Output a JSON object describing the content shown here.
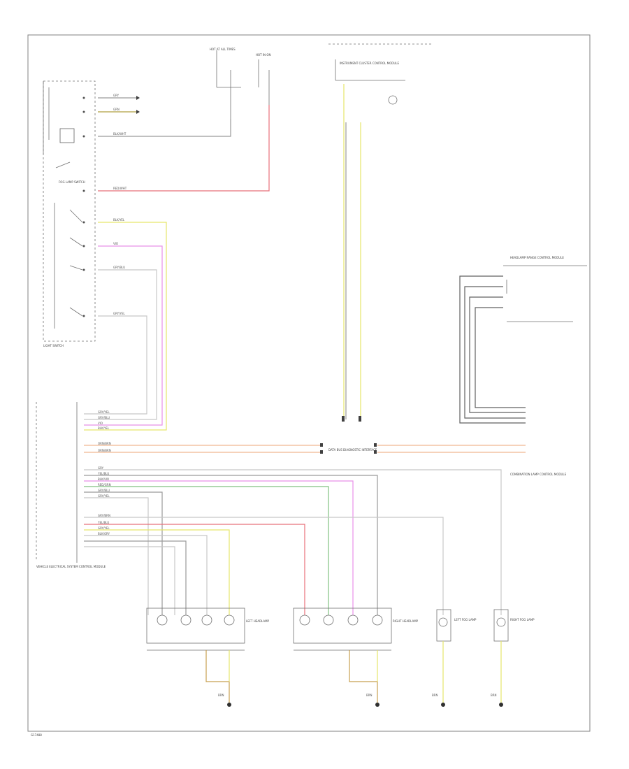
{
  "diagram": {
    "page_id": "G17488",
    "colors": {
      "frame": "#808080",
      "wire_gray": "#9a9a9a",
      "wire_red": "#e8707a",
      "wire_yellow": "#e6e66a",
      "wire_pink": "#e890e8",
      "wire_orange": "#f0b890",
      "wire_green": "#80c080",
      "wire_lightgray": "#c8c8c8",
      "wire_black": "#505050",
      "ground": "#303030"
    },
    "components": [
      {
        "id": "light-switch",
        "label": "LIGHT SWITCH"
      },
      {
        "id": "fog-lamp-switch",
        "label": "FOG LAMP SWITCH"
      },
      {
        "id": "hot-at-all-times",
        "label": "HOT AT ALL TIMES"
      },
      {
        "id": "hot-in-on",
        "label": "HOT IN ON"
      },
      {
        "id": "instrument-cluster",
        "label": "INSTRUMENT CLUSTER CONTROL MODULE"
      },
      {
        "id": "vehicle-electrical-system-control-module",
        "label": "VEHICLE ELECTRICAL SYSTEM CONTROL MODULE"
      },
      {
        "id": "data-bus-diagnostic-interface",
        "label": "DATA BUS DIAGNOSTIC INTERFACE"
      },
      {
        "id": "headlamp-range-control",
        "label": "HEADLAMP RANGE CONTROL MODULE"
      },
      {
        "id": "combination-lamp-control",
        "label": "COMBINATION LAMP CONTROL MODULE"
      },
      {
        "id": "left-headlamp",
        "label": "LEFT HEADLAMP"
      },
      {
        "id": "right-headlamp",
        "label": "RIGHT HEADLAMP"
      },
      {
        "id": "left-fog-lamp",
        "label": "LEFT FOG LAMP"
      },
      {
        "id": "right-fog-lamp",
        "label": "RIGHT FOG LAMP"
      }
    ],
    "wire_labels": {
      "light_switch": [
        "GRY",
        "GRN",
        "BLK/WHT",
        "RED/WHT",
        "BLK/YEL",
        "VIO",
        "GRY/BLU",
        "GRY/YEL"
      ],
      "module_left": [
        "GRY/YEL",
        "GRY/BLU",
        "VIO",
        "BLK/YEL",
        "ORN/BRN",
        "ORN/BRN",
        "GRY",
        "YEL/BLU",
        "BLK/VIO",
        "RED/GRN",
        "GRY/BLU",
        "GRY/YEL",
        "GRY/BRN",
        "YEL/BLU",
        "GRY/YEL",
        "BLK/GRY"
      ],
      "grounds": [
        "BRN",
        "BRN",
        "BRN",
        "BRN"
      ]
    }
  }
}
